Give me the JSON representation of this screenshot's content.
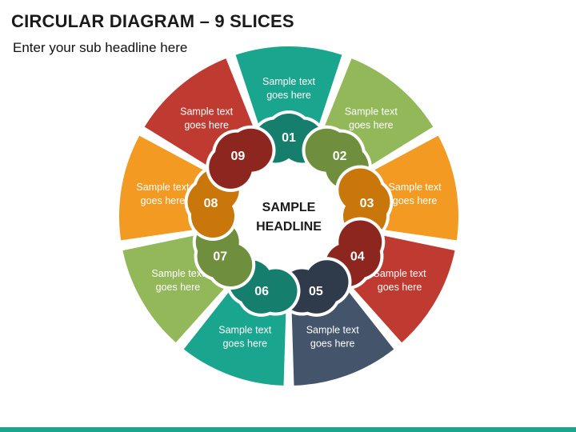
{
  "header": {
    "title": "CIRCULAR DIAGRAM – 9 SLICES",
    "subtitle": "Enter your sub headline here"
  },
  "center": {
    "line1": "SAMPLE",
    "line2": "HEADLINE"
  },
  "slices": [
    {
      "number": "01",
      "line1": "Sample text",
      "line2": "goes here",
      "color": "#1aa58f",
      "tab_color": "#157e6c"
    },
    {
      "number": "02",
      "line1": "Sample text",
      "line2": "goes here",
      "color": "#93b85a",
      "tab_color": "#708f3e"
    },
    {
      "number": "03",
      "line1": "Sample text",
      "line2": "goes here",
      "color": "#f29a22",
      "tab_color": "#c9760b"
    },
    {
      "number": "04",
      "line1": "Sample text",
      "line2": "goes here",
      "color": "#bf3a31",
      "tab_color": "#8e2620"
    },
    {
      "number": "05",
      "line1": "Sample text",
      "line2": "goes here",
      "color": "#44546a",
      "tab_color": "#2f3b4b"
    },
    {
      "number": "06",
      "line1": "Sample text",
      "line2": "goes here",
      "color": "#1aa58f",
      "tab_color": "#157e6c"
    },
    {
      "number": "07",
      "line1": "Sample text",
      "line2": "goes here",
      "color": "#93b85a",
      "tab_color": "#708f3e"
    },
    {
      "number": "08",
      "line1": "Sample text",
      "line2": "goes here",
      "color": "#f29a22",
      "tab_color": "#c9760b"
    },
    {
      "number": "09",
      "line1": "Sample text",
      "line2": "goes here",
      "color": "#bf3a31",
      "tab_color": "#8e2620"
    }
  ]
}
